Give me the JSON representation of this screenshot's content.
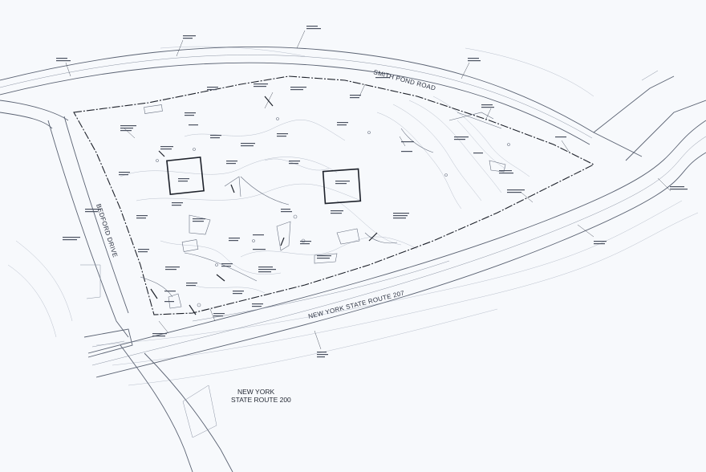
{
  "roads": {
    "smith_pond_road": "SMITH POND ROAD",
    "bedford_drive": "BEDFORD DRIVE",
    "route_207": "NEW YORK STATE ROUTE 207",
    "route_200_line1": "NEW YORK",
    "route_200_line2": "STATE ROUTE 200"
  },
  "colors": {
    "background": "#f7f9fc",
    "linework": "#1e222b",
    "contours": "#b9c0cc",
    "text": "#262b36"
  }
}
